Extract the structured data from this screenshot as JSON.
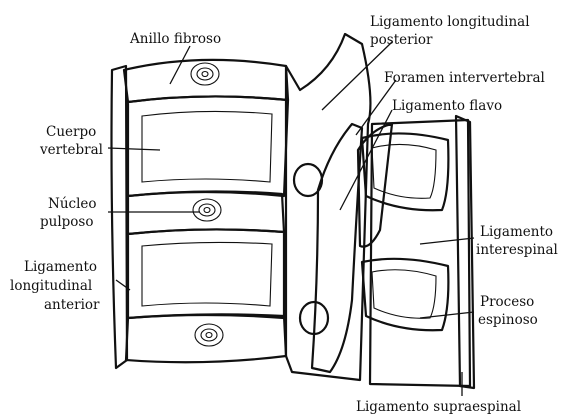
{
  "labels": {
    "anillo_fibroso": "Anillo fibroso",
    "lig_long_post_1": "Ligamento longitudinal",
    "lig_long_post_2": "posterior",
    "foramen": "Foramen intervertebral",
    "lig_flavo": "Ligamento flavo",
    "cuerpo_1": "Cuerpo",
    "cuerpo_2": "vertebral",
    "nucleo_1": "Núcleo",
    "nucleo_2": "pulposo",
    "lig_long_ant_1": "Ligamento",
    "lig_long_ant_2": "longitudinal",
    "lig_long_ant_3": "anterior",
    "lig_inter_1": "Ligamento",
    "lig_inter_2": "interespinal",
    "proceso_1": "Proceso",
    "proceso_2": "espinoso",
    "lig_supra": "Ligamento supraespinal"
  }
}
